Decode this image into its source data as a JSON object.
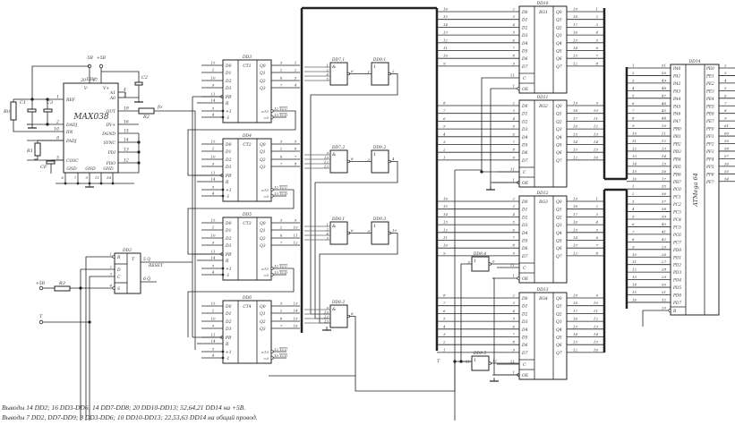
{
  "notes": [
    "Выводы 14 DD2; 16 DD3-DD6; 14 DD7-DD8; 20 DD10-DD13; 52,64,21 DD14 на +5В.",
    "Выводы 7 DD2, DD7-DD9; 8 DD3-DD6; 10 DD10-DD13; 22,53,63 DD14 на общий провод."
  ],
  "max038": {
    "ref": "DD1",
    "name": "MAX038",
    "supplies": [
      "-5В",
      "+5В"
    ],
    "top_pins": [
      {
        "num": "20",
        "label": "V-"
      },
      {
        "num": "17",
        "label": "V+"
      }
    ],
    "left_pins": [
      {
        "num": "1",
        "label": "REF"
      },
      {
        "num": "2",
        "label": "DADJ"
      },
      {
        "num": "10",
        "label": "IIN"
      },
      {
        "num": "8",
        "label": "FADJ"
      },
      {
        "num": "5",
        "label": "COSC"
      }
    ],
    "right_pins": [
      {
        "num": "4",
        "label": "A1"
      },
      {
        "num": "3",
        "label": "A0"
      },
      {
        "num": "19",
        "label": "OUT"
      },
      {
        "num": "16",
        "label": "DV+"
      },
      {
        "num": "15",
        "label": "DGND"
      },
      {
        "num": "14",
        "label": "SYNC"
      },
      {
        "num": "13",
        "label": "PDI"
      },
      {
        "num": "12",
        "label": "PDO"
      }
    ],
    "gnd_labels": [
      "GND",
      "GND",
      "GND"
    ],
    "bottom_pins": [
      "6",
      "7",
      "9",
      "11",
      "18"
    ],
    "passives": {
      "c1": "C1",
      "c2": "C2",
      "c3": "C3",
      "r1": "R1",
      "r2": "R2",
      "rin": "Rin",
      "cf": "CF"
    },
    "out_label": "fo"
  },
  "trigger": {
    "ref": "DD2",
    "type": "T",
    "left_pins": [
      {
        "num": "1",
        "label": "R"
      },
      {
        "num": "2",
        "label": "D"
      },
      {
        "num": "3",
        "label": "C"
      },
      {
        "num": "4",
        "label": "S"
      }
    ],
    "right_pins": [
      {
        "num": "5",
        "label": "Q"
      },
      {
        "num": "6",
        "label": "Q̄"
      }
    ],
    "reset_label": "RESET",
    "supply": "+5В",
    "resistor": "R3",
    "t_label": "T"
  },
  "counters": [
    {
      "ref": "DD3",
      "type": "CT1",
      "bus": [
        "1",
        "2",
        "3",
        "4"
      ]
    },
    {
      "ref": "DD4",
      "type": "CT2",
      "bus": [
        "5",
        "6",
        "7",
        "8"
      ]
    },
    {
      "ref": "DD5",
      "type": "CT3",
      "bus": [
        "9",
        "10",
        "11",
        "12"
      ]
    },
    {
      "ref": "DD6",
      "type": "CT4",
      "bus": [
        "13",
        "14",
        "15",
        "16"
      ]
    }
  ],
  "counter_pins": {
    "left": [
      {
        "num": "15",
        "label": "D0"
      },
      {
        "num": "1",
        "label": "D1"
      },
      {
        "num": "10",
        "label": "D2"
      },
      {
        "num": "9",
        "label": "D3"
      },
      {
        "num": "11",
        "label": "PE"
      },
      {
        "num": "14",
        "label": "R"
      },
      {
        "num": "5",
        "label": "+1"
      },
      {
        "num": "4",
        "label": "-1"
      }
    ],
    "right": [
      {
        "num": "3",
        "label": "Q0"
      },
      {
        "num": "2",
        "label": "Q1"
      },
      {
        "num": "6",
        "label": "Q2"
      },
      {
        "num": "7",
        "label": "Q3"
      },
      {
        "num": "12",
        "label": ">15",
        "out": "TCU"
      },
      {
        "num": "13",
        "label": "=0",
        "out": "TCD"
      }
    ]
  },
  "gates": [
    {
      "ref": "DD7.1",
      "sym": "&",
      "in": [
        "1",
        "2",
        "4",
        "5"
      ],
      "out": "6"
    },
    {
      "ref": "DD7.2",
      "sym": "&",
      "in": [
        "9",
        "10",
        "12",
        "13"
      ],
      "out": "8"
    },
    {
      "ref": "DD8.1",
      "sym": "&",
      "in": [
        "1",
        "2",
        "4",
        "5"
      ],
      "out": "6"
    },
    {
      "ref": "DD8.2",
      "sym": "&",
      "in": [
        "9",
        "10",
        "12",
        "13"
      ],
      "out": "8"
    },
    {
      "ref": "DD9.1",
      "sym": "1",
      "in": [
        "1"
      ],
      "out": "2"
    },
    {
      "ref": "DD9.2",
      "sym": "1",
      "in": [
        "3"
      ],
      "out": "4"
    },
    {
      "ref": "DD9.3",
      "sym": "1",
      "in": [
        "9"
      ],
      "out": "10"
    },
    {
      "ref": "DD9.4",
      "sym": "1",
      "in": [
        "5"
      ],
      "out": "6"
    },
    {
      "ref": "DD9.5",
      "sym": "1",
      "in": [
        "11"
      ],
      "out": "12"
    }
  ],
  "registers": [
    {
      "ref": "DD10",
      "type": "RG1",
      "in_bus": [
        "16",
        "15",
        "14",
        "13",
        "12",
        "11",
        "10",
        "9"
      ],
      "out_bus": [
        "1",
        "2",
        "3",
        "4",
        "5",
        "6",
        "7",
        "8"
      ]
    },
    {
      "ref": "DD11",
      "type": "RG2",
      "in_bus": [
        "8",
        "7",
        "6",
        "5",
        "4",
        "3",
        "2",
        "1"
      ],
      "out_bus": [
        "9",
        "10",
        "11",
        "12",
        "13",
        "14",
        "15",
        "16"
      ]
    },
    {
      "ref": "DD12",
      "type": "RG3",
      "in_bus": [
        "16",
        "15",
        "14",
        "13",
        "12",
        "11",
        "10",
        "9"
      ],
      "out_bus": [
        "1",
        "2",
        "3",
        "4",
        "5",
        "6",
        "7",
        "8"
      ]
    },
    {
      "ref": "DD13",
      "type": "RG4",
      "in_bus": [
        "8",
        "7",
        "6",
        "5",
        "4",
        "3",
        "2",
        "1"
      ],
      "out_bus": [
        "9",
        "10",
        "11",
        "12",
        "13",
        "14",
        "15",
        "16"
      ]
    }
  ],
  "register_pins": {
    "in_nums": [
      "2",
      "3",
      "4",
      "5",
      "6",
      "7",
      "8",
      "9"
    ],
    "in_labels": [
      "D0",
      "D1",
      "D2",
      "D3",
      "D4",
      "D5",
      "D6",
      "D7"
    ],
    "out_nums": [
      "19",
      "18",
      "17",
      "16",
      "15",
      "14",
      "13",
      "12"
    ],
    "out_labels": [
      "Q0",
      "Q1",
      "Q2",
      "Q3",
      "Q4",
      "Q5",
      "Q6",
      "Q7"
    ],
    "c": {
      "num": "11",
      "label": "C"
    },
    "oe": {
      "num": "1",
      "label": "OE"
    }
  },
  "t_wire_label": "T",
  "mcu": {
    "ref": "DD14",
    "name": "ATMega 64",
    "left_labels": [
      "PA0",
      "PA1",
      "PA2",
      "PA3",
      "PA4",
      "PA5",
      "PA6",
      "PA7",
      "PB0",
      "PB1",
      "PB2",
      "PB3",
      "PB4",
      "PB5",
      "PB6",
      "PB7",
      "PC0",
      "PC1",
      "PC2",
      "PC3",
      "PC4",
      "PC5",
      "PC6",
      "PC7",
      "PD0",
      "PD1",
      "PD2",
      "PD3",
      "PD4",
      "PD5",
      "PD6",
      "PD7"
    ],
    "left_nums": [
      "51",
      "50",
      "49",
      "48",
      "47",
      "46",
      "45",
      "44",
      "10",
      "11",
      "12",
      "13",
      "14",
      "15",
      "16",
      "17",
      "35",
      "36",
      "37",
      "38",
      "39",
      "40",
      "41",
      "42",
      "25",
      "26",
      "27",
      "28",
      "29",
      "30",
      "31",
      "32"
    ],
    "left_bus": [
      "1",
      "2",
      "3",
      "4",
      "5",
      "6",
      "7",
      "8",
      "9",
      "10",
      "11",
      "12",
      "13",
      "14",
      "15",
      "16",
      "1",
      "2",
      "3",
      "4",
      "5",
      "6",
      "7",
      "8",
      "9",
      "10",
      "11",
      "12",
      "13",
      "14",
      "15",
      "16"
    ],
    "reset": {
      "num": "20",
      "label": "R"
    },
    "right_labels": [
      "PE0",
      "PE1",
      "PE2",
      "PE3",
      "PE4",
      "PE5",
      "PE6",
      "PE7",
      "PF0",
      "PF1",
      "PF2",
      "PF3",
      "PF4",
      "PF5",
      "PF6",
      "PF7"
    ],
    "right_nums": [
      "2",
      "3",
      "4",
      "5",
      "6",
      "7",
      "8",
      "9",
      "61",
      "60",
      "59",
      "58",
      "57",
      "56",
      "55",
      "54"
    ]
  }
}
